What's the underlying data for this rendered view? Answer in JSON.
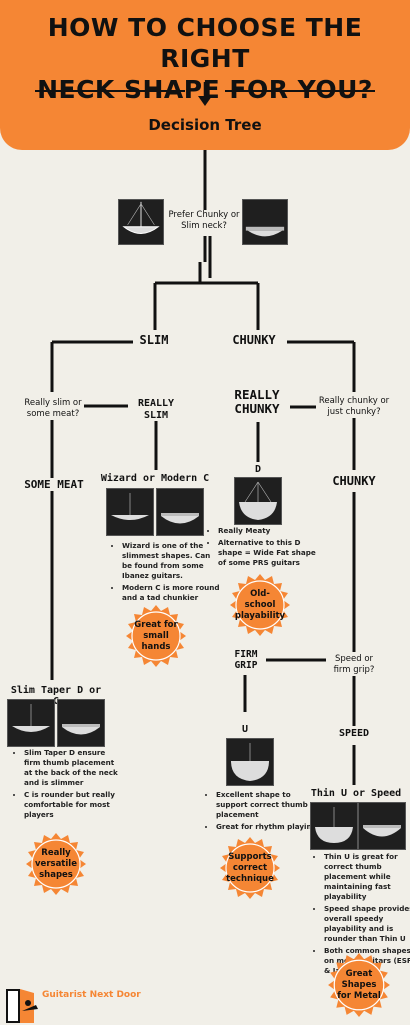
{
  "header": {
    "title_line1": "HOW TO CHOOSE THE RIGHT",
    "title_line2": "NECK SHAPE FOR YOU?",
    "subtitle": "Decision Tree"
  },
  "tree": {
    "root_question": "Prefer Chunky or Slim neck?",
    "slim": "SLIM",
    "chunky": "CHUNKY",
    "slim_question": "Really slim or some meat?",
    "really_slim": "REALLY SLIM",
    "some_meat": "SOME MEAT",
    "wizard_title": "Wizard or Modern C",
    "wizard_notes": [
      "Wizard is one of the slimmest shapes. Can be found from some Ibanez guitars.",
      "Modern C is more round and a tad chunkier"
    ],
    "wizard_seal": "Great for small hands",
    "slim_taper_title": "Slim Taper D or C",
    "slim_taper_notes": [
      "Slim Taper D ensure firm thumb placement at the back of the neck and is slimmer",
      "C is rounder but really comfortable for most players"
    ],
    "slim_taper_seal": "Really versatile shapes",
    "really_chunky": "REALLY CHUNKY",
    "chunky_question": "Really chunky or just chunky?",
    "d_title": "D",
    "d_notes": [
      "Really Meaty",
      "Alternative to this D shape = Wide Fat shape of some PRS guitars"
    ],
    "d_seal": "Old-school playability",
    "chunky_node": "CHUNKY",
    "speed_question": "Speed or firm grip?",
    "firm_grip": "FIRM GRIP",
    "speed": "SPEED",
    "u_title": "U",
    "u_notes": [
      "Excellent shape to support correct thumb placement",
      "Great for rhythm playing"
    ],
    "u_seal": "Supports correct technique",
    "thin_u_title": "Thin U or Speed",
    "thin_u_notes": [
      "Thin U is great for correct thumb placement while maintaining fast playability",
      "Speed shape provides overall speedy playability and is rounder than Thin U",
      "Both common shapes on metal guitars (ESPs & Jacksons)"
    ],
    "thin_u_seal": "Great Shapes for Metal"
  },
  "footer": {
    "logo_text": "Guitarist Next Door"
  },
  "colors": {
    "accent": "#f58634",
    "background": "#f1efe8",
    "ink": "#111111"
  }
}
